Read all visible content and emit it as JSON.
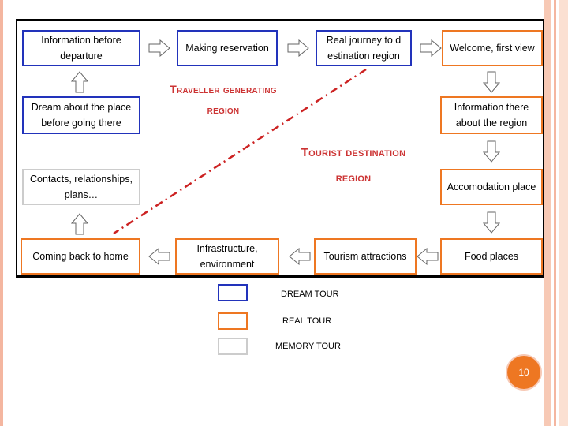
{
  "diagram": {
    "boxes": {
      "info_before": "Information before departure",
      "making_reservation": "Making reservation",
      "real_journey": "Real journey to d estination region",
      "welcome": "Welcome, first view",
      "dream_place": "Dream about the place before going there",
      "info_there": "Information there about the region",
      "contacts": "Contacts, relationships, plans…",
      "accomodation": "Accomodation place",
      "coming_back": "Coming back to home",
      "infrastructure": "Infrastructure, environment",
      "tourism_attractions": "Tourism attractions",
      "food_places": "Food places"
    },
    "regions": {
      "traveller_line1": "Traveller generating",
      "traveller_line2": "region",
      "tourist_line1": "Tourist destination",
      "tourist_line2": "region"
    },
    "legend": [
      {
        "label": "DREAM TOUR",
        "color": "#2233bb"
      },
      {
        "label": "REAL TOUR",
        "color": "#ee7722"
      },
      {
        "label": "MEMORY TOUR",
        "color": "#cccccc"
      }
    ],
    "colors": {
      "dream": "#2233bb",
      "real": "#ee7722",
      "memory": "#cccccc",
      "divider": "#cc2222"
    }
  },
  "page_number": "10"
}
